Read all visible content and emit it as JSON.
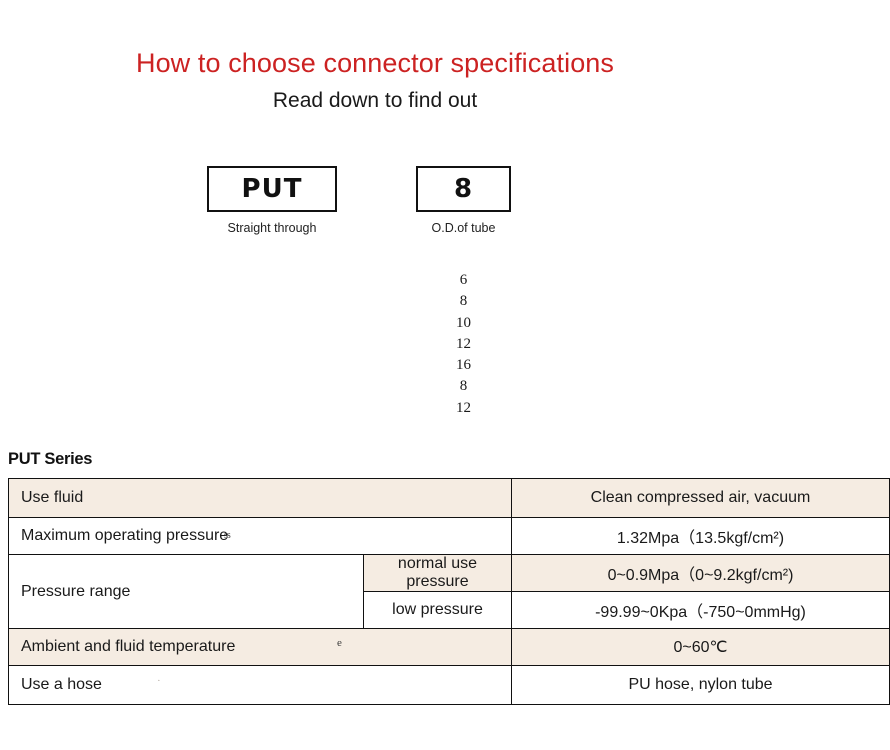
{
  "header": {
    "title": "How to choose connector specifications",
    "subtitle": "Read down to find out",
    "title_color": "#cc2222"
  },
  "selector": {
    "boxes": [
      {
        "code": "PUT",
        "caption": "Straight through"
      },
      {
        "code": "8",
        "caption": "O.D.of tube"
      }
    ],
    "size_options": [
      "6",
      "8",
      "10",
      "12",
      "16",
      "8",
      "12"
    ]
  },
  "series": {
    "heading": "PUT Series",
    "tint_color": "#f5ece2"
  },
  "spec_table": {
    "rows": [
      {
        "label": "Use fluid",
        "value": "Clean compressed air, vacuum"
      },
      {
        "label": "Maximum operating pressure",
        "value": "1.32Mpa（13.5kgf/cm²)"
      },
      {
        "label": "Pressure range",
        "sub_rows": [
          {
            "sub_label": "normal use pressure",
            "value": "0~0.9Mpa（0~9.2kgf/cm²)"
          },
          {
            "sub_label": "low pressure",
            "value": "-99.99~0Kpa（-750~0mmHg)"
          }
        ]
      },
      {
        "label": "Ambient and fluid temperature",
        "value": "0~60℃"
      },
      {
        "label": "Use a hose",
        "value": "PU hose, nylon tube"
      }
    ],
    "artifacts": {
      "pressure_smudge": "ss",
      "temperature_smudge": "e",
      "hose_smudge": "·"
    }
  }
}
